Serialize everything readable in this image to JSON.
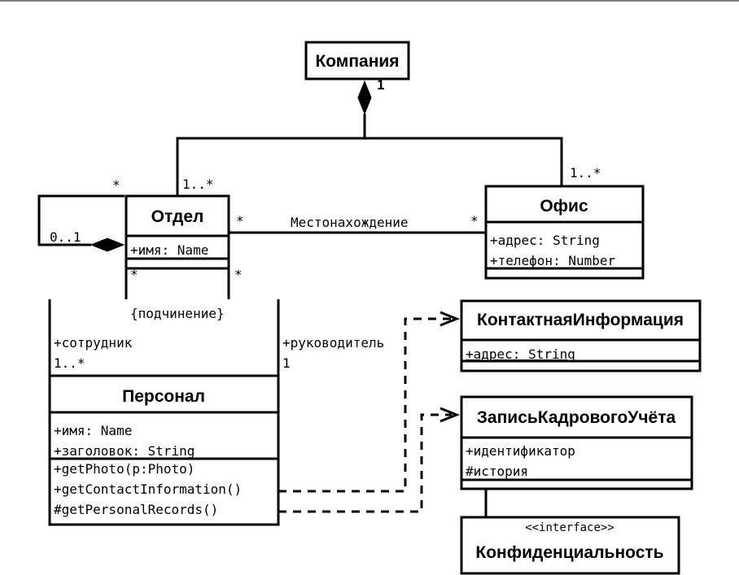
{
  "classes": {
    "company": {
      "name": "Компания"
    },
    "department": {
      "name": "Отдел",
      "attributes": [
        "+имя: Name"
      ]
    },
    "office": {
      "name": "Офис",
      "attributes": [
        "+адрес: String",
        "+телефон: Number"
      ]
    },
    "personnel": {
      "name": "Персонал",
      "attributes": [
        "+имя: Name",
        "+заголовок: String"
      ],
      "methods": [
        "+getPhoto(p:Photo)",
        "+getContactInformation()",
        "#getPersonalRecords()"
      ]
    },
    "contact_info": {
      "name": "КонтактнаяИнформация",
      "attributes": [
        "+адрес: String"
      ]
    },
    "hr_record": {
      "name": "ЗаписьКадровогоУчёта",
      "attributes": [
        "+идентификатор",
        "#история"
      ]
    },
    "privacy": {
      "stereotype": "<<interface>>",
      "name": "Конфиденциальность"
    }
  },
  "associations": {
    "company_mult": "1",
    "dept_company_mult": "1..*",
    "office_company_mult": "1..*",
    "self_star": "*",
    "self_zero_one": "0..1",
    "location": {
      "label": "Местонахождение",
      "left_mult": "*",
      "right_mult": "*"
    },
    "dept_lower_left": "*",
    "dept_lower_right": "*",
    "subordination": "{подчинение}",
    "employee_role": "+сотрудник",
    "employee_mult": "1..*",
    "manager_role": "+руководитель",
    "manager_mult": "1"
  }
}
